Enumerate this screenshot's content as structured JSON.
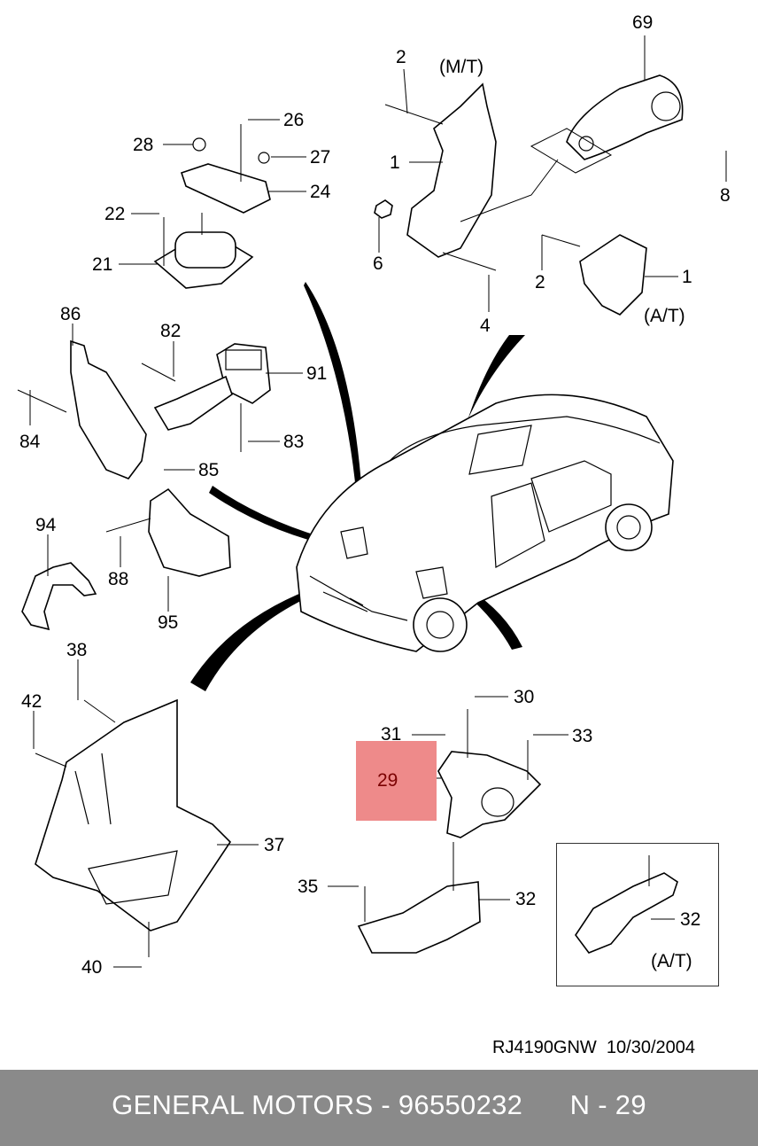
{
  "diagram": {
    "callouts": [
      {
        "id": "c69",
        "text": "69"
      },
      {
        "id": "c2a",
        "text": "2"
      },
      {
        "id": "c_mt",
        "text": "(M/T)"
      },
      {
        "id": "c26",
        "text": "26"
      },
      {
        "id": "c28",
        "text": "28"
      },
      {
        "id": "c27",
        "text": "27"
      },
      {
        "id": "c1a",
        "text": "1"
      },
      {
        "id": "c24",
        "text": "24"
      },
      {
        "id": "c8",
        "text": "8"
      },
      {
        "id": "c22",
        "text": "22"
      },
      {
        "id": "c6",
        "text": "6"
      },
      {
        "id": "c21",
        "text": "21"
      },
      {
        "id": "c2b",
        "text": "2"
      },
      {
        "id": "c1b",
        "text": "1"
      },
      {
        "id": "c4",
        "text": "4"
      },
      {
        "id": "c86",
        "text": "86"
      },
      {
        "id": "c_at1",
        "text": "(A/T)"
      },
      {
        "id": "c82",
        "text": "82"
      },
      {
        "id": "c91",
        "text": "91"
      },
      {
        "id": "c84",
        "text": "84"
      },
      {
        "id": "c83",
        "text": "83"
      },
      {
        "id": "c85",
        "text": "85"
      },
      {
        "id": "c94",
        "text": "94"
      },
      {
        "id": "c88",
        "text": "88"
      },
      {
        "id": "c95",
        "text": "95"
      },
      {
        "id": "c38",
        "text": "38"
      },
      {
        "id": "c30",
        "text": "30"
      },
      {
        "id": "c42",
        "text": "42"
      },
      {
        "id": "c31",
        "text": "31"
      },
      {
        "id": "c33",
        "text": "33"
      },
      {
        "id": "c37",
        "text": "37"
      },
      {
        "id": "c35",
        "text": "35"
      },
      {
        "id": "c32a",
        "text": "32"
      },
      {
        "id": "c32b",
        "text": "32"
      },
      {
        "id": "c40",
        "text": "40"
      },
      {
        "id": "c_at2",
        "text": "(A/T)"
      }
    ],
    "highlight_label": "29",
    "highlight_color": "#ee8a8a",
    "reference": "RJ4190GNW  10/30/2004"
  },
  "footer": {
    "text": "GENERAL MOTORS - 96550232      N - 29",
    "background": "#8a8a8a"
  }
}
